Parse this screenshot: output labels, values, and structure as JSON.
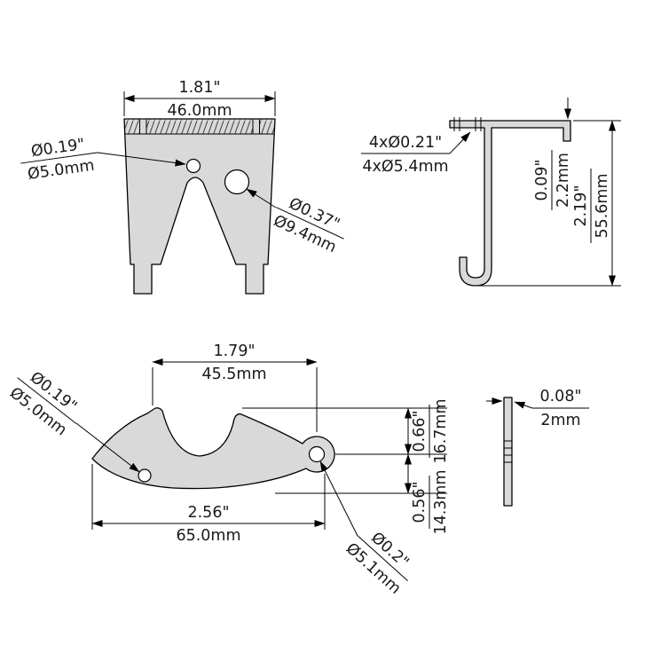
{
  "meta": {
    "drawing_type": "mechanical part dimensional drawing"
  },
  "colors": {
    "background": "#ffffff",
    "part_fill": "#d9d9d9",
    "line": "#000000",
    "text": "#1a1a1a"
  },
  "views": {
    "bracket_front": {
      "width": {
        "inch": "1.81\"",
        "mm": "46.0mm"
      },
      "small_hole": {
        "inch": "Ø0.19\"",
        "mm": "Ø5.0mm"
      },
      "large_hole": {
        "inch": "Ø0.37\"",
        "mm": "Ø9.4mm"
      }
    },
    "bracket_side": {
      "holes": {
        "inch": "4xØ0.21\"",
        "mm": "4xØ5.4mm"
      },
      "thickness": {
        "inch": "0.09\"",
        "mm": "2.2mm"
      },
      "height": {
        "inch": "2.19\"",
        "mm": "55.6mm"
      }
    },
    "hook_front": {
      "jaw_to_hole": {
        "inch": "1.79\"",
        "mm": "45.5mm"
      },
      "left_hole": {
        "inch": "Ø0.19\"",
        "mm": "Ø5.0mm"
      },
      "overall": {
        "inch": "2.56\"",
        "mm": "65.0mm"
      },
      "upper": {
        "inch": "0.66\"",
        "mm": "16.7mm"
      },
      "lower": {
        "inch": "0.56\"",
        "mm": "14.3mm"
      },
      "right_hole": {
        "inch": "Ø0.2\"",
        "mm": "Ø5.1mm"
      }
    },
    "hook_side": {
      "thickness": {
        "inch": "0.08\"",
        "mm": "2mm"
      }
    }
  }
}
